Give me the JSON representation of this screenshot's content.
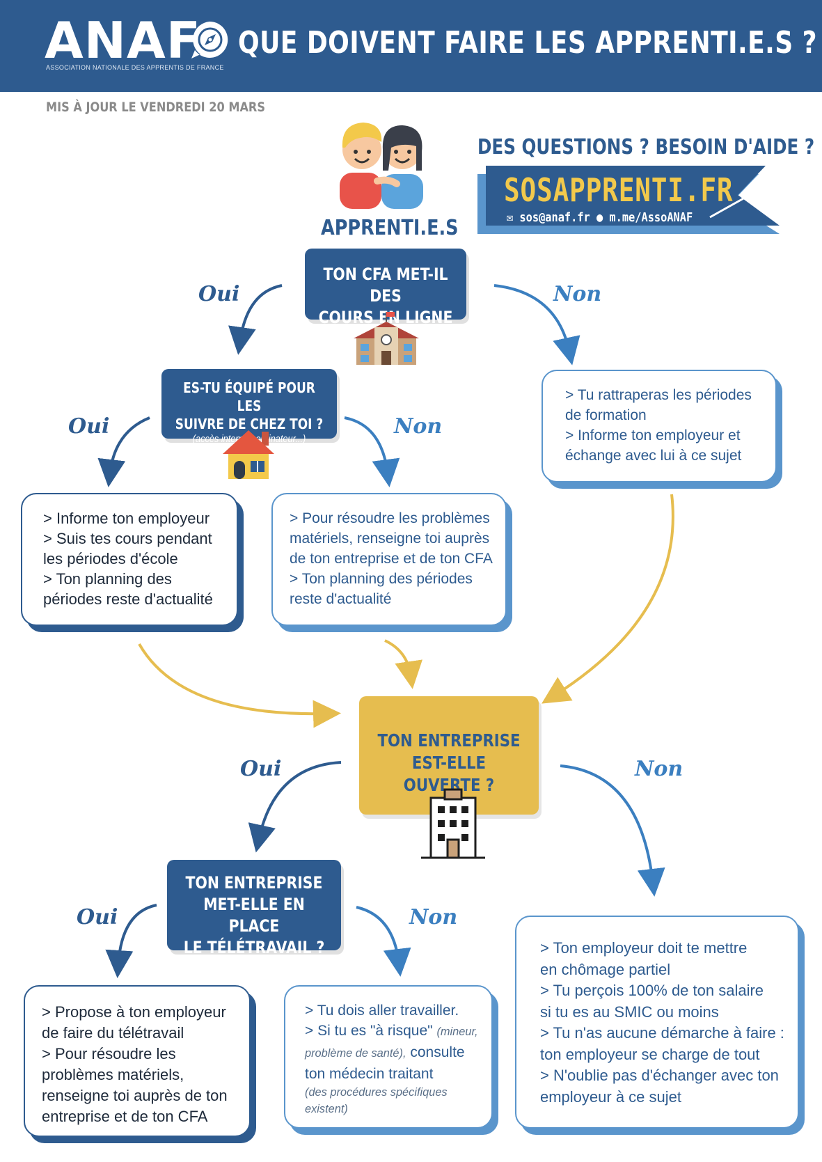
{
  "header": {
    "logo": "ANAF",
    "logo_subtitle": "ASSOCIATION NATIONALE DES APPRENTIS DE FRANCE",
    "title": "QUE DOIVENT FAIRE LES APPRENTI.E.S ?"
  },
  "updated": "MIS À JOUR LE VENDREDI 20 MARS",
  "help": {
    "question": "DES QUESTIONS ? BESOIN D'AIDE ?",
    "url": "SOSAPPRENTI.FR",
    "email": "sos@anaf.fr",
    "messenger": "m.me/AssoANAF"
  },
  "start_label": "APPRENTI.E.S",
  "answers": {
    "yes": "Oui",
    "no": "Non"
  },
  "q1": {
    "lines": [
      "TON CFA MET-IL DES",
      "COURS EN LIGNE ?"
    ]
  },
  "q2": {
    "lines": [
      "ES-TU ÉQUIPÉ POUR LES",
      "SUIVRE DE CHEZ TOI ?"
    ],
    "note": "(accès internet, ordinateur...)"
  },
  "q3": {
    "lines": [
      "TON ENTREPRISE",
      "EST-ELLE OUVERTE ?"
    ]
  },
  "q4": {
    "lines": [
      "TON ENTREPRISE",
      "MET-ELLE EN PLACE",
      "LE TÉLÉTRAVAIL ?"
    ]
  },
  "box_q1_no": [
    "> Tu rattraperas les périodes",
    "de formation",
    "> Informe ton employeur et",
    "échange avec lui à ce sujet"
  ],
  "box_q2_yes": [
    "> Informe ton employeur",
    "> Suis tes cours pendant",
    "les périodes d'école",
    "> Ton planning des",
    "périodes reste d'actualité"
  ],
  "box_q2_no": [
    "> Pour résoudre les problèmes",
    "matériels, renseigne toi auprès",
    "de ton entreprise et de ton CFA",
    "> Ton planning des périodes",
    "reste d'actualité"
  ],
  "box_q4_yes": [
    "> Propose à ton employeur",
    "de faire du télétravail",
    "> Pour résoudre les",
    "problèmes matériels,",
    "renseigne toi auprès de ton",
    "entreprise et de ton CFA"
  ],
  "box_q4_no": {
    "l1": "> Tu dois aller travailler.",
    "l2a": "> Si tu es \"à risque\"",
    "l2b": "(mineur,",
    "l3a": "problème de santé),",
    "l3b": "consulte",
    "l4": "ton médecin traitant",
    "l5": "(des procédures spécifiques",
    "l6": "existent)"
  },
  "box_q3_no": [
    "> Ton employeur doit te mettre",
    "en chômage partiel",
    "> Tu perçois 100% de ton salaire",
    "si tu es au SMIC ou moins",
    "> Tu n'as aucune démarche à faire :",
    "ton employeur se charge de tout",
    "> N'oublie pas d'échanger avec ton",
    "employeur à ce sujet"
  ],
  "colors": {
    "navy": "#2e5b8f",
    "light_blue": "#5a95cc",
    "gold": "#e6bd4f"
  }
}
